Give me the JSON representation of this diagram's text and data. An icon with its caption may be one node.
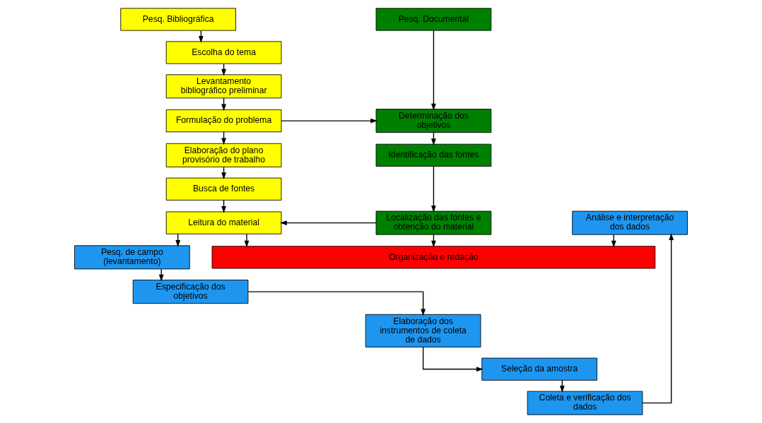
{
  "diagram": {
    "nodes": [
      {
        "text": [
          "Pesq. Bibliográfica"
        ]
      },
      {
        "text": [
          "Escolha do tema"
        ]
      },
      {
        "text": [
          "Levantamento bibliográfico preliminar"
        ]
      },
      {
        "text": [
          "Formulação do problema"
        ]
      },
      {
        "text": [
          "Elaboração do plano provisório de trabalho"
        ]
      },
      {
        "text": [
          "Busca de fontes"
        ]
      },
      {
        "text": [
          "Leitura do material"
        ]
      },
      {
        "text": [
          "Pesq. Documental"
        ]
      },
      {
        "text": [
          "Determinação dos objetivos"
        ]
      },
      {
        "text": [
          "Identificação das fontes"
        ]
      },
      {
        "text": [
          "Localização das fontes e obtenção do material"
        ]
      },
      {
        "text": [
          "Pesq. de campo (levantamento)"
        ]
      },
      {
        "text": [
          "Especificação dos objetivos"
        ]
      },
      {
        "text": [
          "Elaboração dos instrumentos de coleta de dados"
        ]
      },
      {
        "text": [
          "Seleção da amostra"
        ]
      },
      {
        "text": [
          "Coleta e verificação dos dados"
        ]
      },
      {
        "text": [
          "Análise e interpretação dos dados"
        ]
      },
      {
        "text": [
          "Organização e redação"
        ]
      }
    ],
    "edges": [
      {
        "from": 0,
        "to": 1,
        "arrow": "to"
      },
      {
        "from": 1,
        "to": 2,
        "arrow": "to"
      },
      {
        "from": 2,
        "to": 3,
        "arrow": "to"
      },
      {
        "from": 3,
        "to": 4,
        "arrow": "to"
      },
      {
        "from": 4,
        "to": 5,
        "arrow": "to"
      },
      {
        "from": 5,
        "to": 6,
        "arrow": "to"
      },
      {
        "from": 3,
        "to": 8,
        "arrow": "to"
      },
      {
        "from": 7,
        "to": 8,
        "arrow": "to"
      },
      {
        "from": 8,
        "to": 9,
        "arrow": "to"
      },
      {
        "from": 9,
        "to": 10,
        "arrow": "to"
      },
      {
        "from": 10,
        "to": 6,
        "arrow": "to"
      },
      {
        "from": 10,
        "to": 17,
        "arrow": "to"
      },
      {
        "from": 6,
        "to": 11,
        "arrow": "to"
      },
      {
        "from": 6,
        "to": 17,
        "arrow": "to"
      },
      {
        "from": 11,
        "to": 12,
        "arrow": "to"
      },
      {
        "from": 12,
        "to": 13,
        "arrow": "to"
      },
      {
        "from": 13,
        "to": 14,
        "arrow": "to"
      },
      {
        "from": 14,
        "to": 15,
        "arrow": "to"
      },
      {
        "from": 15,
        "to": 16,
        "arrow": "to"
      },
      {
        "from": 16,
        "to": 17,
        "arrow": "to"
      }
    ]
  }
}
